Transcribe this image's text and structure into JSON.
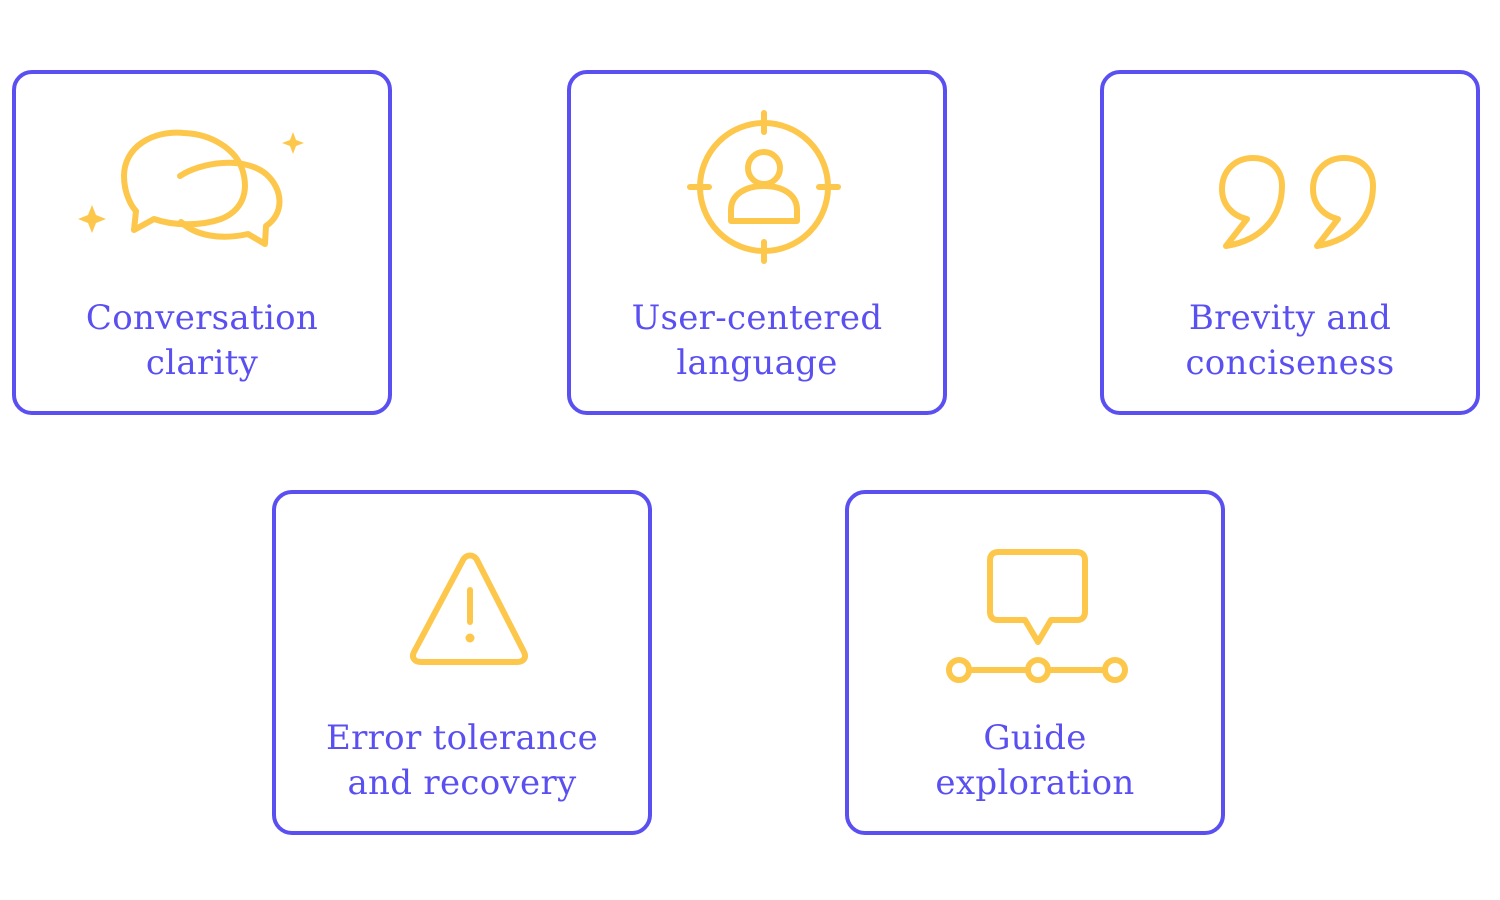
{
  "colors": {
    "border": "#5a4ff0",
    "text": "#5a4ff0",
    "icon": "#fdc74c",
    "background": "#ffffff"
  },
  "cards": [
    {
      "icon": "chat-bubbles-sparkle-icon",
      "line1": "Conversation",
      "line2": "clarity"
    },
    {
      "icon": "target-user-icon",
      "line1": "User-centered",
      "line2": "language"
    },
    {
      "icon": "quote-marks-icon",
      "line1": "Brevity and",
      "line2": "conciseness"
    },
    {
      "icon": "warning-triangle-icon",
      "line1": "Error tolerance",
      "line2": "and recovery"
    },
    {
      "icon": "chat-timeline-icon",
      "line1": "Guide",
      "line2": "exploration"
    }
  ]
}
